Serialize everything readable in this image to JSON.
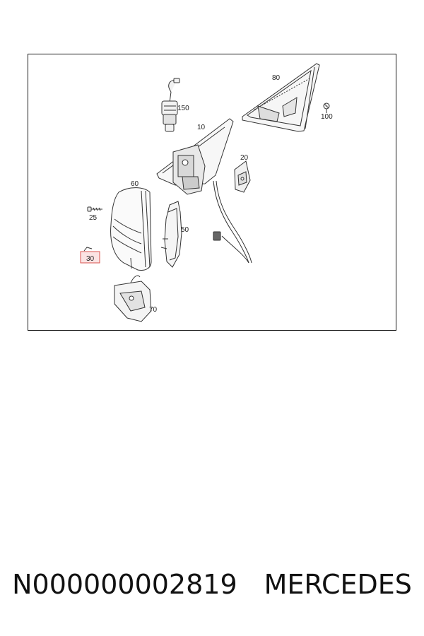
{
  "diagram": {
    "parts": [
      {
        "id": "label-80",
        "label": "80"
      },
      {
        "id": "label-150",
        "label": "150"
      },
      {
        "id": "label-100",
        "label": "100"
      },
      {
        "id": "label-10",
        "label": "10"
      },
      {
        "id": "label-20",
        "label": "20"
      },
      {
        "id": "label-60",
        "label": "60"
      },
      {
        "id": "label-25",
        "label": "25"
      },
      {
        "id": "label-50",
        "label": "50"
      },
      {
        "id": "label-30",
        "label": "30"
      },
      {
        "id": "label-70",
        "label": "70"
      }
    ],
    "highlight_color": "#d9534f"
  },
  "caption": {
    "part_number": "N000000002819",
    "brand": "MERCEDES"
  }
}
